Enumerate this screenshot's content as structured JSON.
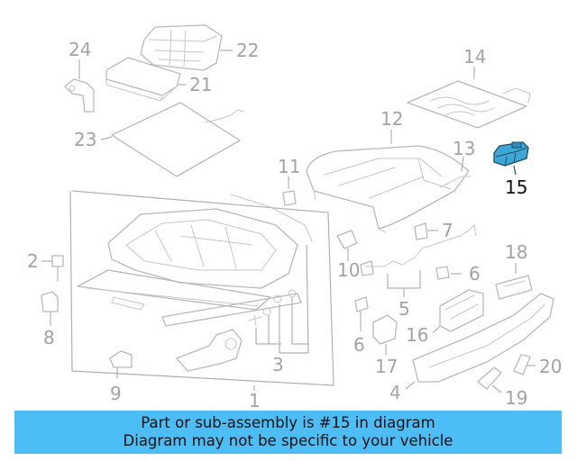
{
  "callouts": {
    "c1": "1",
    "c2": "2",
    "c3": "3",
    "c4": "4",
    "c5": "5",
    "c6a": "6",
    "c6b": "6",
    "c7": "7",
    "c8": "8",
    "c9": "9",
    "c10": "10",
    "c11": "11",
    "c12": "12",
    "c13": "13",
    "c14": "14",
    "c15": "15",
    "c16": "16",
    "c17": "17",
    "c18": "18",
    "c19": "19",
    "c20": "20",
    "c21": "21",
    "c22": "22",
    "c23": "23",
    "c24": "24"
  },
  "highlight": {
    "part": "15",
    "color": "#3fa7d6"
  },
  "banner": {
    "line1": "Part or sub-assembly is #15 in diagram",
    "line2": "Diagram may not be specific to your vehicle",
    "background": "#4dbdf5"
  }
}
